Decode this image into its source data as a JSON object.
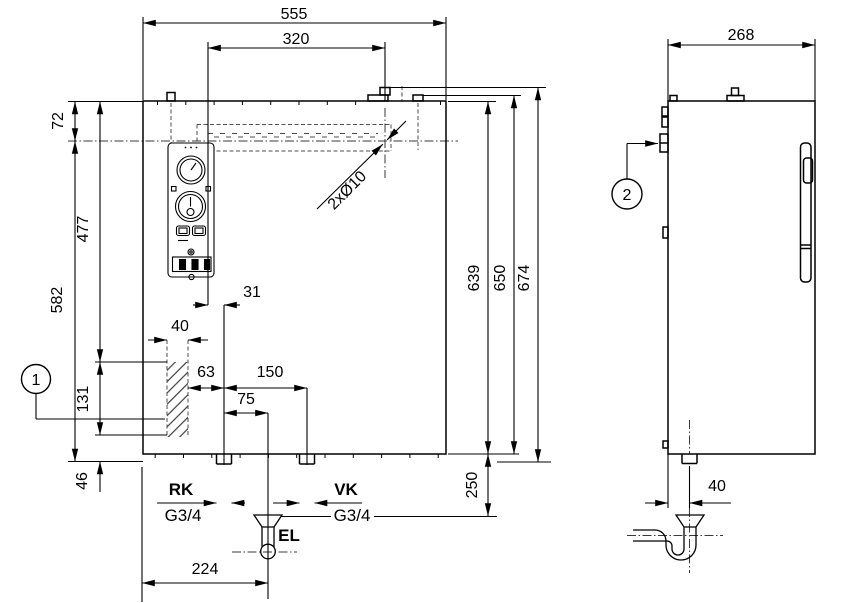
{
  "front_view": {
    "horizontal_dims": {
      "overall_width": "555",
      "mounting_holes_span": "320",
      "wall_strip_width": "40",
      "strip_to_rk": "63",
      "rk_to_vk": "150",
      "rk_to_el": "75",
      "hole_to_rk": "31",
      "left_edge_to_el": "224"
    },
    "vertical_dims": {
      "top_to_holes": "72",
      "top_to_strip": "477",
      "holes_to_bottom": "582",
      "strip_height": "131",
      "strip_to_bottom": "46",
      "height_front": "639",
      "height_step": "650",
      "height_overall": "674",
      "clearance_below": "250"
    },
    "hole_note": "2xØ10",
    "connections": {
      "rk": "RK",
      "vk": "VK",
      "rk_thread": "G3/4",
      "vk_thread": "G3/4",
      "el": "EL"
    },
    "callout_1": "1"
  },
  "side_view": {
    "depth": "268",
    "drain_offset": "40",
    "callout_2": "2"
  }
}
